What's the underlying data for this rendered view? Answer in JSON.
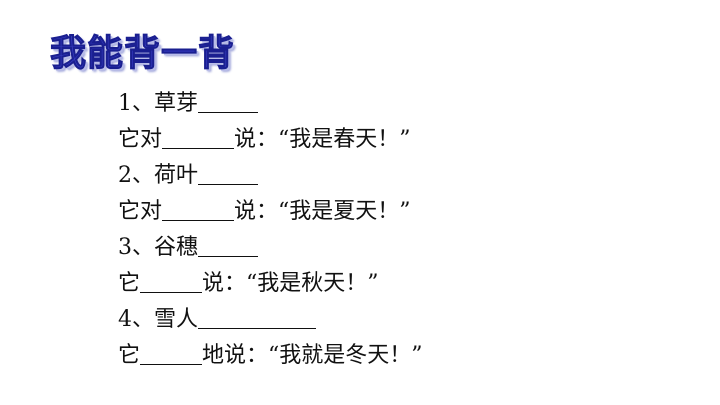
{
  "title": "我能背一背",
  "lines": [
    {
      "before": "1、草芽",
      "after": ""
    },
    {
      "before": "它对",
      "after": "说：“我是春天！”"
    },
    {
      "before": "2、荷叶",
      "after": ""
    },
    {
      "before": "它对",
      "after": "说：“我是夏天！”"
    },
    {
      "before": "3、谷穗",
      "after": ""
    },
    {
      "before": "它",
      "after": "说：“我是秋天！”"
    },
    {
      "before": "4、雪人",
      "after": ""
    },
    {
      "before": "它",
      "after": "地说：“我就是冬天！”"
    }
  ]
}
